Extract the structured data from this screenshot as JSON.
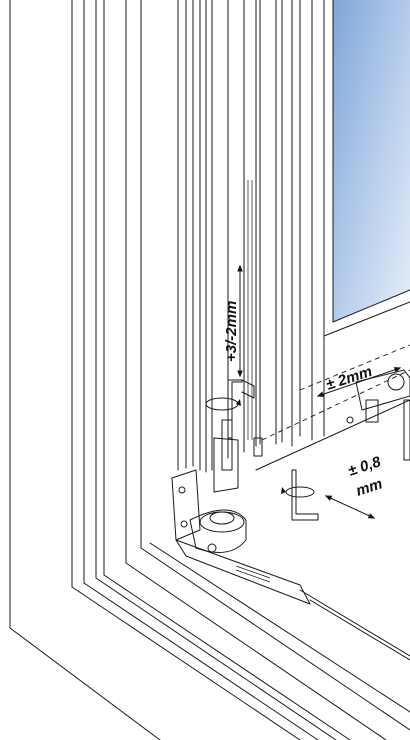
{
  "diagram": {
    "labels": {
      "vertical_adjustment": "+3/-2mm",
      "horizontal_adjustment": "± 2mm",
      "depth_adjustment_value": "± 0,8",
      "depth_adjustment_unit": "mm"
    },
    "colors": {
      "line": "#1a1a1a",
      "sky_top": "#7fa6d8",
      "sky_bottom": "#dfe9f6",
      "background": "#ffffff"
    },
    "icons": [
      "hex-key-icon",
      "rotation-arrow-icon",
      "hinge-icon",
      "adjustment-screw-icon"
    ]
  }
}
